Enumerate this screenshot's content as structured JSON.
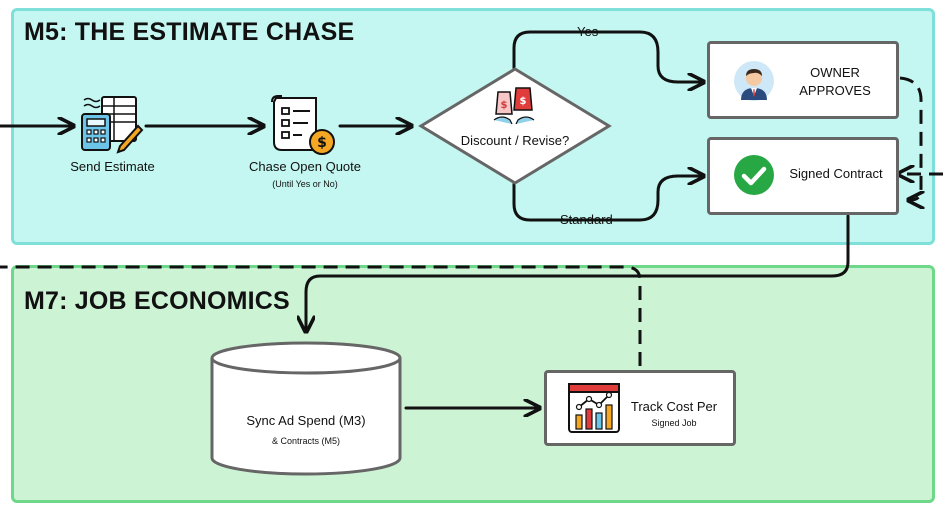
{
  "sections": {
    "m5_title": "M5: THE ESTIMATE CHASE",
    "m7_title": "M7: JOB ECONOMICS"
  },
  "nodes": {
    "send_estimate": "Send Estimate",
    "chase_quote": "Chase Open Quote",
    "chase_quote_sub": "(Until Yes or No)",
    "decision": "Discount / Revise?",
    "owner_approves_line1": "OWNER",
    "owner_approves_line2": "APPROVES",
    "signed_contract": "Signed Contract",
    "sync_ad_spend": "Sync Ad Spend (M3)",
    "sync_ad_spend_sub": "& Contracts (M5)",
    "track_cost": "Track Cost Per",
    "track_cost_sub": "Signed Job"
  },
  "edges": {
    "yes": "Yes",
    "standard": "Standard"
  },
  "colors": {
    "m5_bg": "#c4f7f1",
    "m7_bg": "#cdf3d5",
    "check_green": "#27a844",
    "coin_orange": "#f5a623"
  }
}
